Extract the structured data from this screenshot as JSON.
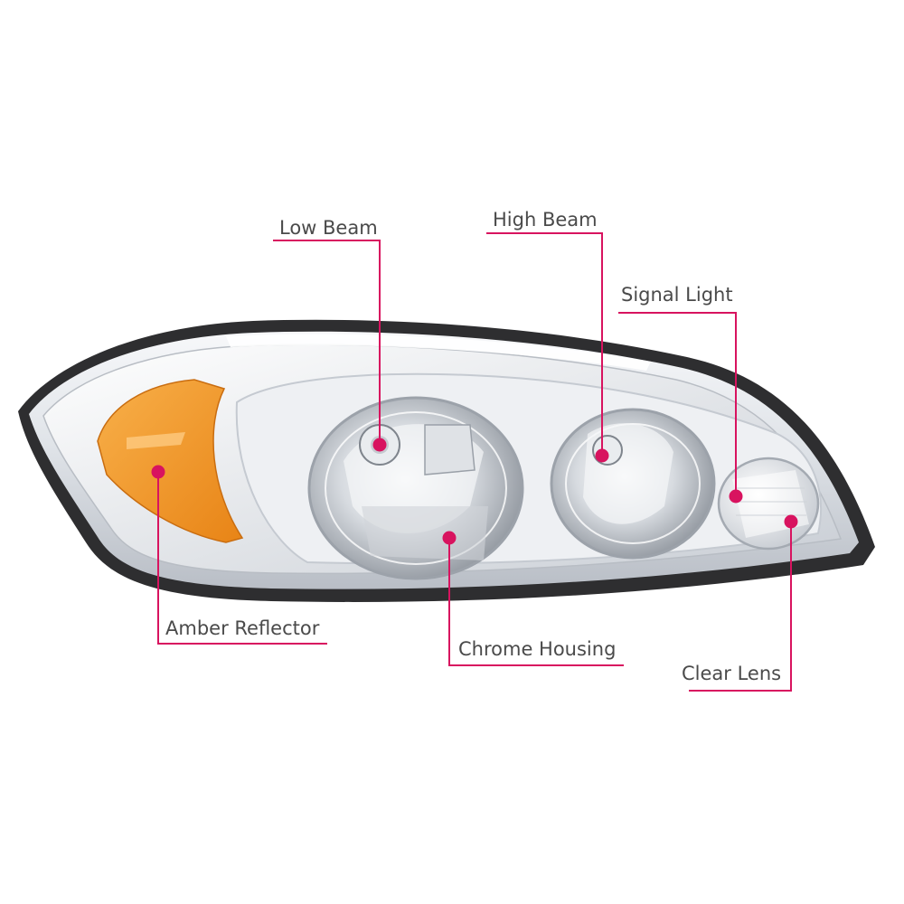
{
  "colors": {
    "accent": "#d8135f",
    "label_text": "#4a4a4a",
    "amber": "#f39a2c",
    "chrome": "#d9dde2",
    "outline": "#3a3a3a"
  },
  "labels": {
    "low_beam": "Low Beam",
    "high_beam": "High Beam",
    "signal_light": "Signal Light",
    "amber_reflector": "Amber Reflector",
    "chrome_housing": "Chrome Housing",
    "clear_lens": "Clear Lens"
  }
}
